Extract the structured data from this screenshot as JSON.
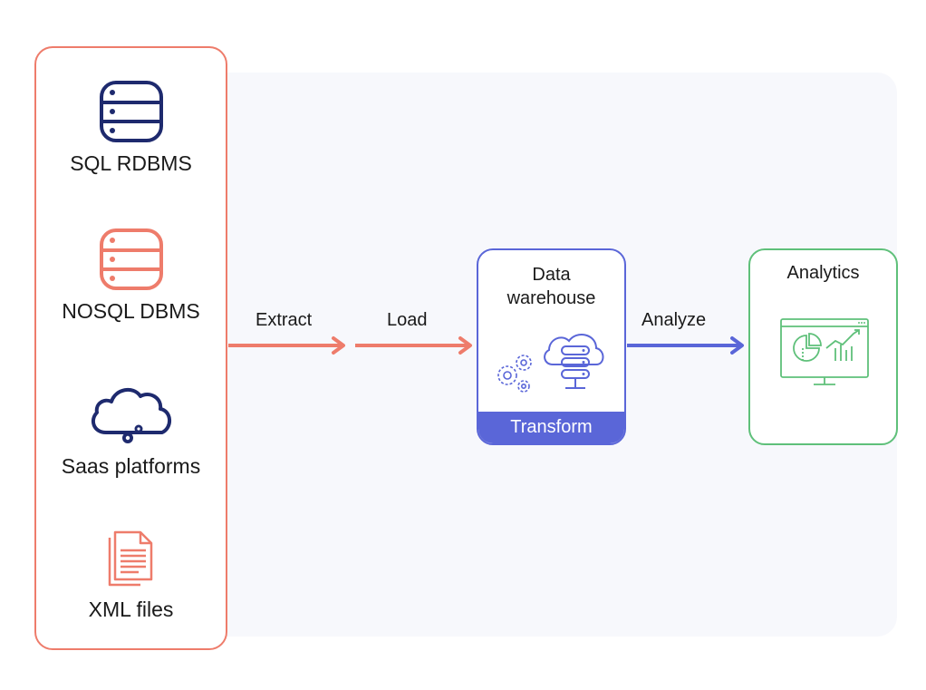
{
  "colors": {
    "source_border": "#ee7c6b",
    "source_accent": "#ee7c6b",
    "navy": "#1e2a6e",
    "dw_accent": "#5a66d8",
    "analytics_accent": "#5fc07a",
    "panel_bg": "#f7f8fc"
  },
  "sources": {
    "items": [
      {
        "label": "SQL RDBMS",
        "icon": "database-icon"
      },
      {
        "label": "NOSQL DBMS",
        "icon": "database-icon"
      },
      {
        "label": "Saas platforms",
        "icon": "cloud-gears-icon"
      },
      {
        "label": "XML files",
        "icon": "documents-icon"
      }
    ]
  },
  "flow": {
    "extract_label": "Extract",
    "load_label": "Load",
    "analyze_label": "Analyze"
  },
  "warehouse": {
    "title_line1": "Data",
    "title_line2": "warehouse",
    "transform_label": "Transform",
    "icon": "cloud-server-icon"
  },
  "analytics": {
    "title": "Analytics",
    "icon": "dashboard-monitor-icon"
  }
}
